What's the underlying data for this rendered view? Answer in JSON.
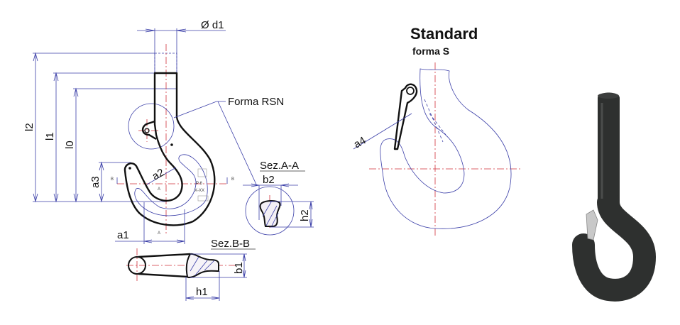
{
  "left_drawing": {
    "d1_label": "Ø d1",
    "l2_label": "l2",
    "l1_label": "l1",
    "l0_label": "l0",
    "a3_label": "a3",
    "a2_label": "a2",
    "a1_label": "a1",
    "forma_label": "Forma RSN",
    "section_aa_title": "Sez.A-A",
    "b2_label": "b2",
    "h2_label": "h2",
    "section_bb_title": "Sez.B-B",
    "b1_label": "b1",
    "h1_label": "h1",
    "section_marker_b": "B",
    "section_marker_a": "A"
  },
  "middle_drawing": {
    "title": "Standard",
    "subtitle": "forma S",
    "a4_label": "a4"
  },
  "colors": {
    "dimension": "#3b3fa8",
    "centerline": "#d0303a",
    "hook_photo": "#2e302f"
  }
}
